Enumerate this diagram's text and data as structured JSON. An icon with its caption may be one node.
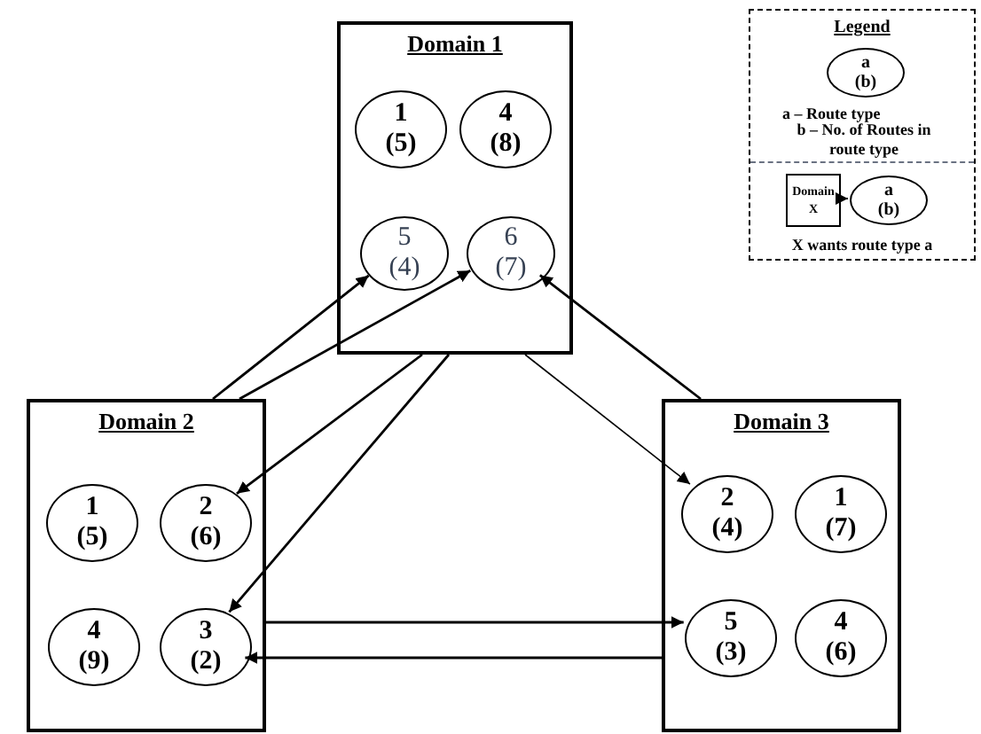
{
  "diagram": {
    "nodes": [
      {
        "text": [
          "Domain 1"
        ]
      },
      {
        "text": [
          "1",
          "(5)"
        ],
        "in": 0
      },
      {
        "text": [
          "4",
          "(8)"
        ],
        "in": 0
      },
      {
        "text": [
          "5",
          "(4)"
        ],
        "in": 0
      },
      {
        "text": [
          "6",
          "(7)"
        ],
        "in": 0
      },
      {
        "text": [
          "Domain 2"
        ]
      },
      {
        "text": [
          "1",
          "(5)"
        ],
        "in": 5
      },
      {
        "text": [
          "2",
          "(6)"
        ],
        "in": 5
      },
      {
        "text": [
          "4",
          "(9)"
        ],
        "in": 5
      },
      {
        "text": [
          "3",
          "(2)"
        ],
        "in": 5
      },
      {
        "text": [
          "Domain 3"
        ]
      },
      {
        "text": [
          "2",
          "(4)"
        ],
        "in": 10
      },
      {
        "text": [
          "1",
          "(7)"
        ],
        "in": 10
      },
      {
        "text": [
          "5",
          "(3)"
        ],
        "in": 10
      },
      {
        "text": [
          "4",
          "(6)"
        ],
        "in": 10
      },
      {
        "text": [
          "Legend",
          "a – Route type",
          "b – No. of Routes in route type",
          "X wants route type a"
        ]
      },
      {
        "text": [
          "a",
          "(b)"
        ],
        "in": 15
      },
      {
        "text": [
          "Domain X"
        ],
        "in": 15
      },
      {
        "text": [
          "a",
          "(b)"
        ],
        "in": 15
      }
    ],
    "edges": [
      {
        "from": 5,
        "to": 3,
        "arrow": "to"
      },
      {
        "from": 5,
        "to": 4,
        "arrow": "to"
      },
      {
        "from": 0,
        "to": 7,
        "arrow": "to"
      },
      {
        "from": 0,
        "to": 9,
        "arrow": "to"
      },
      {
        "from": 0,
        "to": 11,
        "arrow": "to"
      },
      {
        "from": 10,
        "to": 4,
        "arrow": "to"
      },
      {
        "from": 5,
        "to": 13,
        "arrow": "to"
      },
      {
        "from": 10,
        "to": 9,
        "arrow": "to"
      },
      {
        "from": 17,
        "to": 18,
        "arrow": "to"
      }
    ]
  }
}
